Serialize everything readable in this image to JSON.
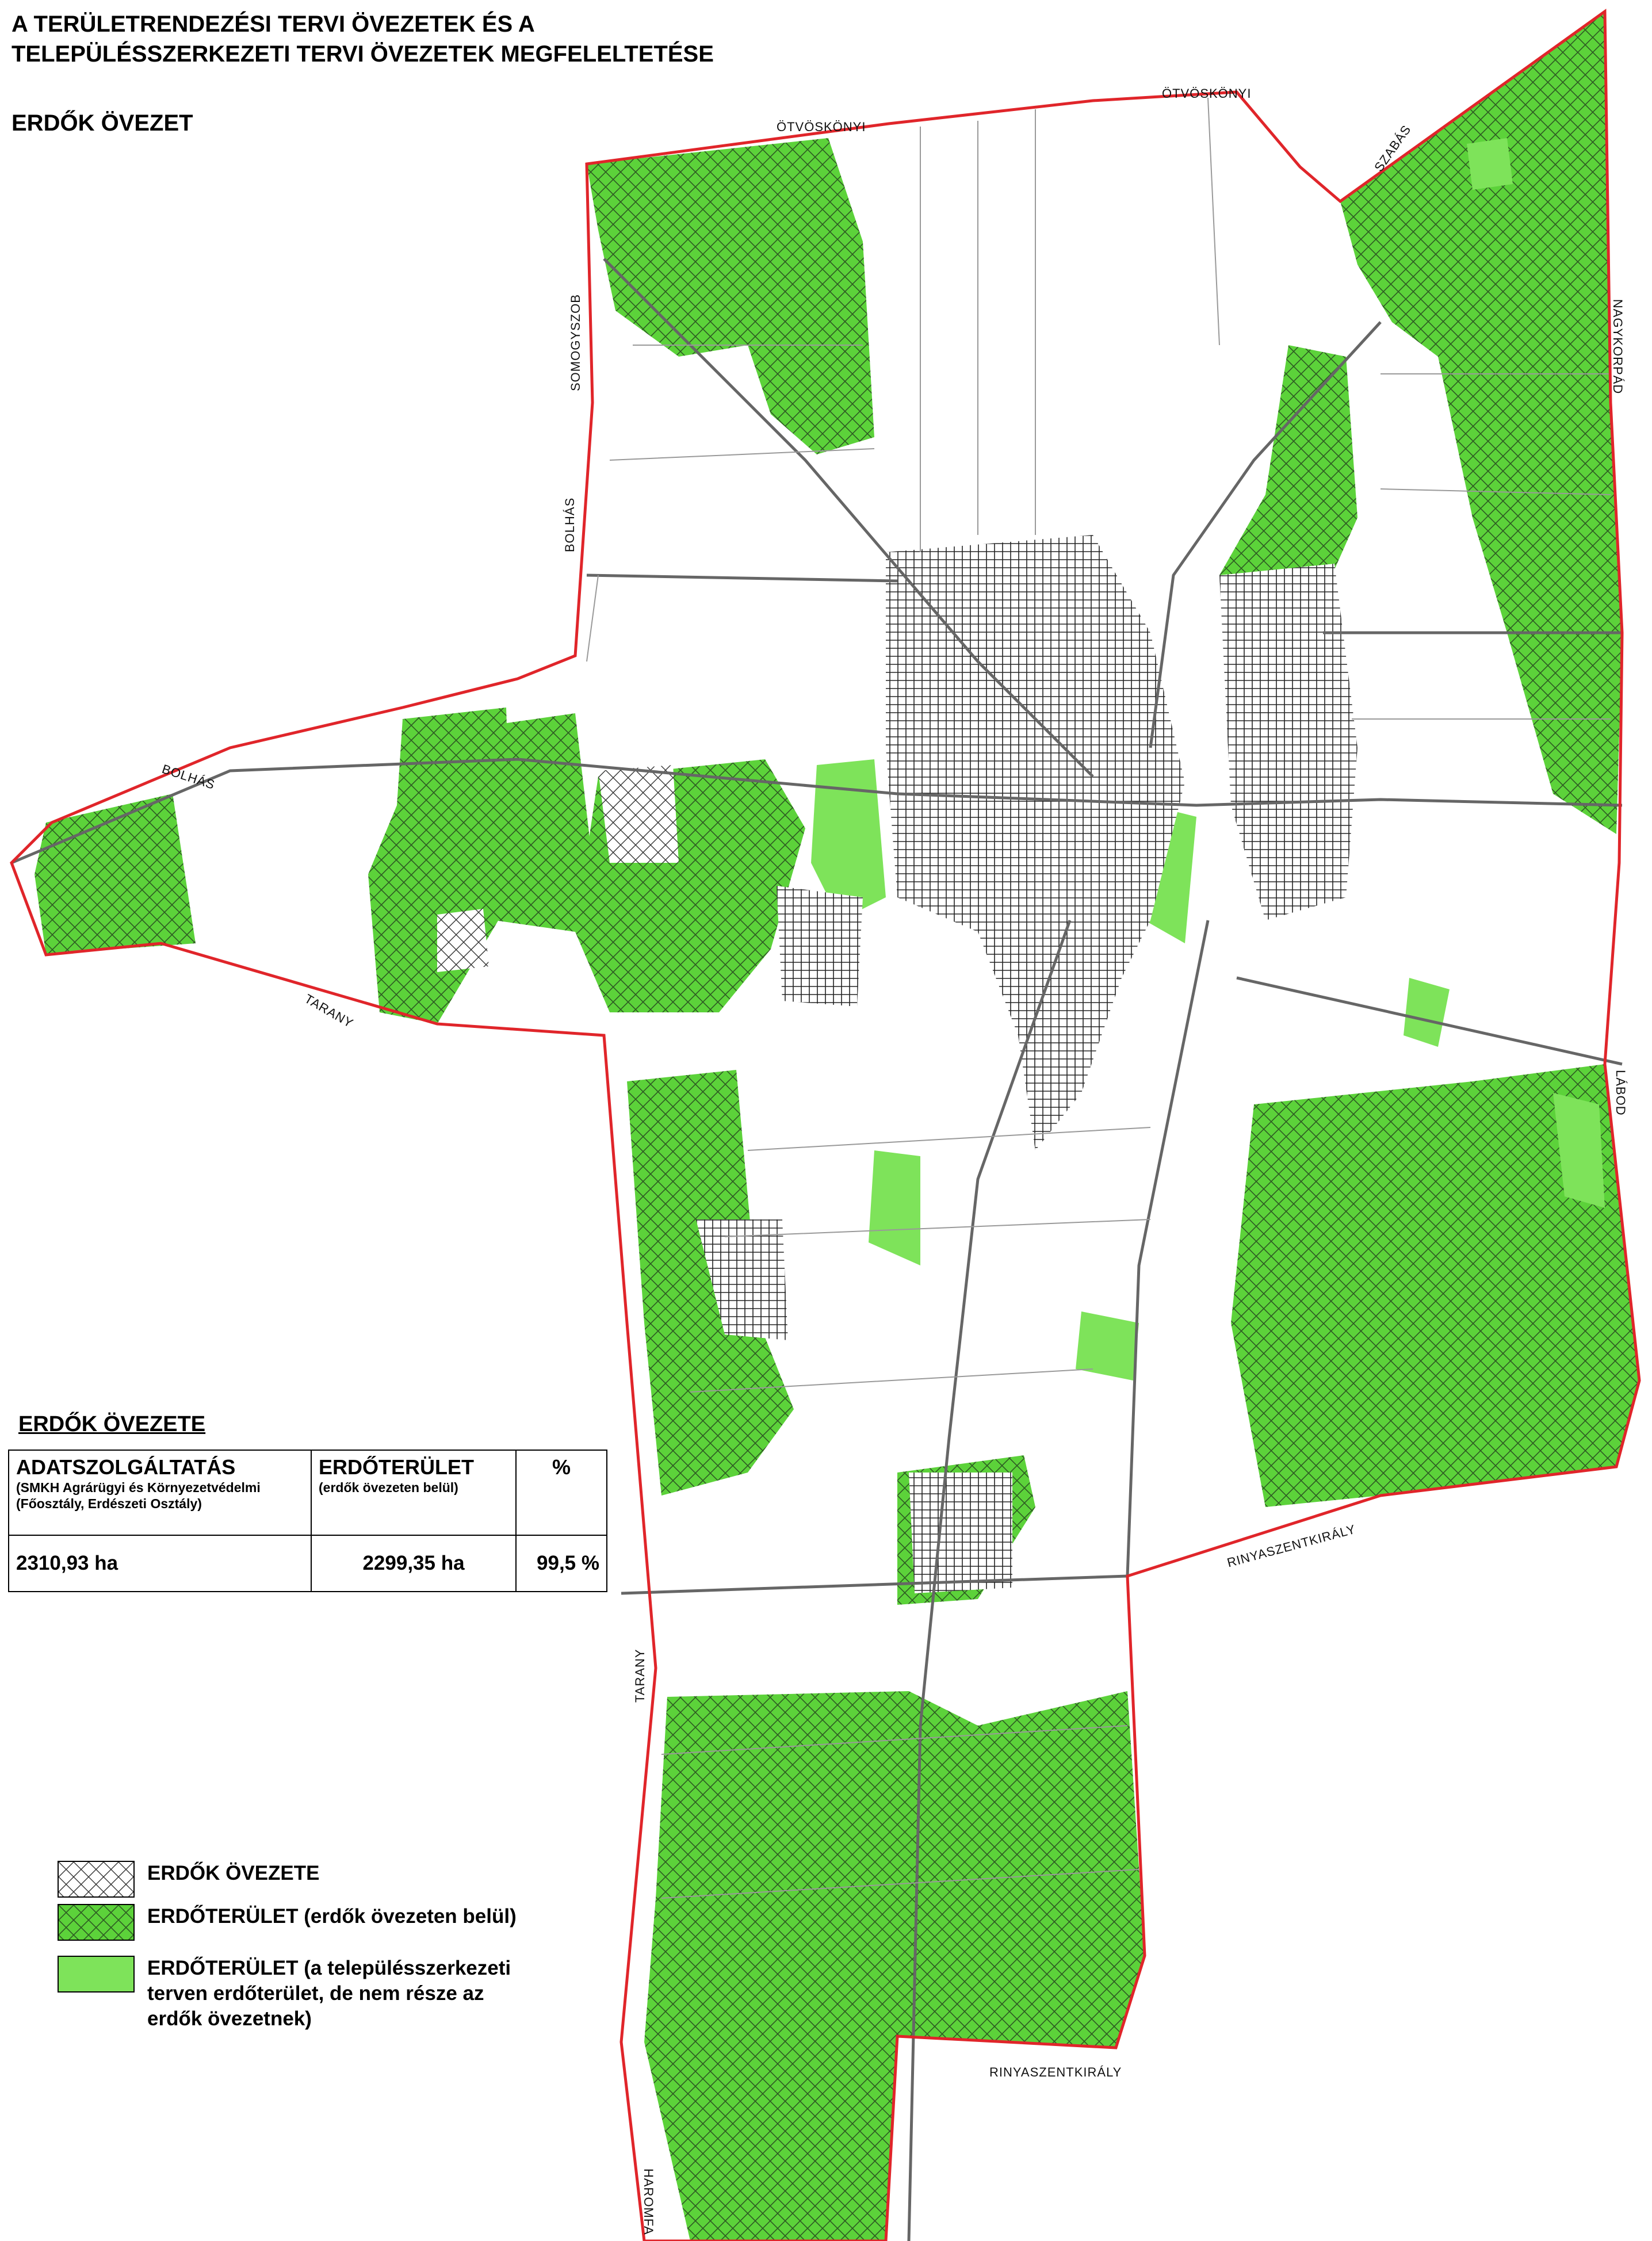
{
  "titles": {
    "line1": "A TERÜLETRENDEZÉSI TERVI ÖVEZETEK ÉS A",
    "line2": "TELEPÜLÉSSZERKEZETI TERVI ÖVEZETEK MEGFELELTETÉSE",
    "line3": "ERDŐK ÖVEZET"
  },
  "neighbors": {
    "n1": "ÖTVÖSKÖNYI",
    "n2": "ÖTVÖSKÖNYI",
    "n3": "SZABÁS",
    "n4": "NAGYKORPÁD",
    "n5": "SOMOGYSZOB",
    "n6": "BOLHÁS",
    "n7": "BOLHÁS",
    "n8": "TARANY",
    "n9": "LÁBOD",
    "n10": "RINYASZENTKIRÁLY",
    "n11": "TARANY",
    "n12": "RINYASZENTKIRÁLY",
    "n13": "HAROMFA"
  },
  "stats": {
    "heading": "ERDŐK ÖVEZETE",
    "col1_title": "ADATSZOLGÁLTATÁS",
    "col1_sub1": "(SMKH Agrárügyi és Környezetvédelmi",
    "col1_sub2": "(Főosztály, Erdészeti Osztály)",
    "col2_title": "ERDŐTERÜLET",
    "col2_sub": "(erdők övezeten belül)",
    "col3_title": "%",
    "val1": "2310,93 ha",
    "val2": "2299,35 ha",
    "val3": "99,5 %"
  },
  "legend": {
    "item1": "ERDŐK ÖVEZETE",
    "item2": "ERDŐTERÜLET (erdők övezeten belül)",
    "item3": "ERDŐTERÜLET (a településszerkezeti terven erdőterület, de nem része az erdők övezetnek)"
  },
  "colors": {
    "forest": "#5cd23a",
    "forest_light": "#7ee35a",
    "border": "#e0252a",
    "hatch": "#2d5a22"
  }
}
